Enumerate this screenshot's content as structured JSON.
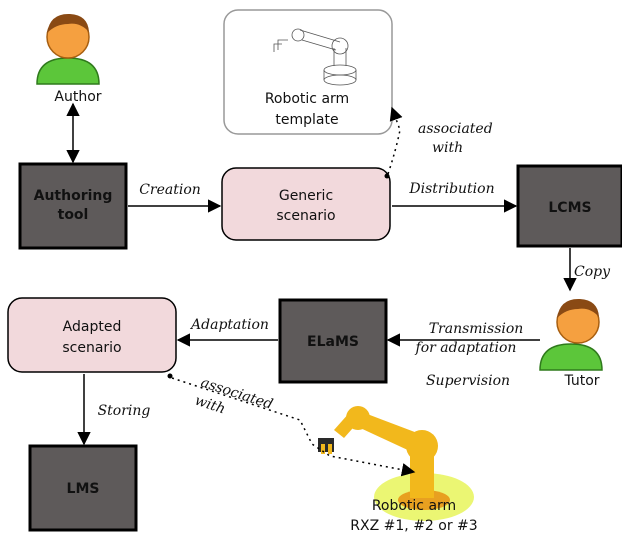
{
  "actors": {
    "author": "Author",
    "tutor": "Tutor"
  },
  "nodes": {
    "authoring_tool": [
      "Authoring",
      "tool"
    ],
    "generic_scenario": [
      "Generic",
      "scenario"
    ],
    "lcms": "LCMS",
    "elams": "ELaMS",
    "adapted_scenario": [
      "Adapted",
      "scenario"
    ],
    "lms": "LMS",
    "robotic_arm_template": [
      "Robotic arm",
      "template"
    ],
    "robotic_arm": [
      "Robotic arm",
      "RXZ #1, #2 or #3"
    ]
  },
  "edges": {
    "creation": "Creation",
    "distribution": "Distribution",
    "associated_with_1": [
      "associated",
      "with"
    ],
    "copy": "Copy",
    "transmission": [
      "Transmission",
      "for adaptation"
    ],
    "supervision": "Supervision",
    "adaptation": "Adaptation",
    "storing": "Storing",
    "associated_with_2": [
      "associated",
      "with"
    ]
  },
  "colors": {
    "dark_box": "#5e5a5a",
    "pink_box": "#f2d9dc",
    "person_head": "#f5a040",
    "person_hair": "#8a4a14",
    "person_body": "#5cc63a",
    "robot": "#f2b81c",
    "robot_glow": "#e8f55a"
  }
}
